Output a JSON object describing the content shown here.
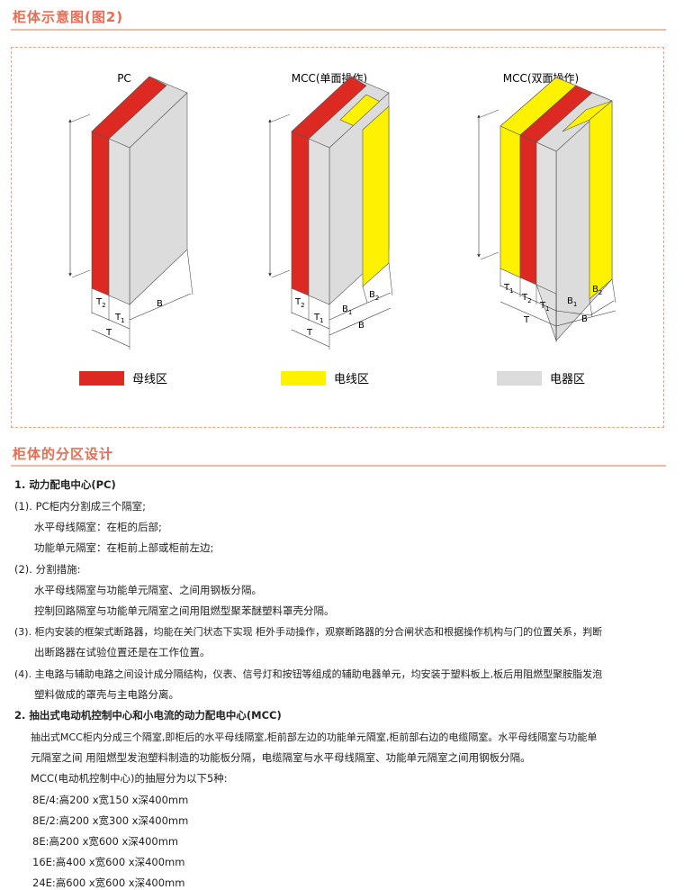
{
  "header": {
    "title": "柜体示意图(图2)"
  },
  "diagram": {
    "labels": {
      "pc": "PC",
      "mcc_single": "MCC(单面操作)",
      "mcc_double": "MCC(双面操作)"
    },
    "dims": {
      "t": "T",
      "t1": "T",
      "t2": "T",
      "sub1": "1",
      "sub2": "2",
      "b": "B",
      "b1": "B",
      "b2": "B"
    },
    "legend": [
      {
        "label": "母线区",
        "color": "#dc2a22"
      },
      {
        "label": "电线区",
        "color": "#fff200"
      },
      {
        "label": "电器区",
        "color": "#dcdcdc"
      }
    ]
  },
  "section2": {
    "title": "柜体的分区设计"
  },
  "content": {
    "h1": "1. 动力配电中心(PC)",
    "p1": "(1). PC柜内分割成三个隔室;",
    "p1a": "水平母线隔室：在柜的后部;",
    "p1b": "功能单元隔室：在柜前上部或柜前左边;",
    "p2": "(2). 分割措施:",
    "p2a": "水平母线隔室与功能单元隔室、之间用钢板分隔。",
    "p2b": "控制回路隔室与功能单元隔室之间用阻燃型聚苯醚塑料罩壳分隔。",
    "p3a": "(3). 柜内安装的框架式断路器，均能在关门状态下实现 柜外手动操作，观察断路器的分合闸状态和根据操作机构与门的位置关系，判断",
    "p3b": "出断路器在试验位置还是在工作位置。",
    "p4a": "(4). 主电路与辅助电路之间设计成分隔结构，仪表、信号灯和按钮等组成的辅助电器单元，均安装于塑料板上,板后用阻燃型聚胺脂发泡",
    "p4b": "塑料做成的罩壳与主电路分离。",
    "h2": "2. 抽出式电动机控制中心和小电流的动力配电中心(MCC)",
    "q1a": "抽出式MCC柜内分成三个隔室,即柜后的水平母线隔室,柜前部左边的功能单元隔室,柜前部右边的电缆隔室。水平母线隔室与功能单",
    "q1b": "元隔室之间 用阻燃型发泡塑料制造的功能板分隔，电缆隔室与水平母线隔室、功能单元隔室之间用钢板分隔。",
    "q2": "MCC(电动机控制中心)的抽屉分为以下5种:",
    "sizes": [
      "8E/4:高200 x宽150 x深400mm",
      "8E/2:高200 x宽300 x深400mm",
      "8E:高200 x宽600 x深400mm",
      "16E:高400 x宽600 x深400mm",
      "24E:高600 x宽600 x深400mm"
    ]
  }
}
